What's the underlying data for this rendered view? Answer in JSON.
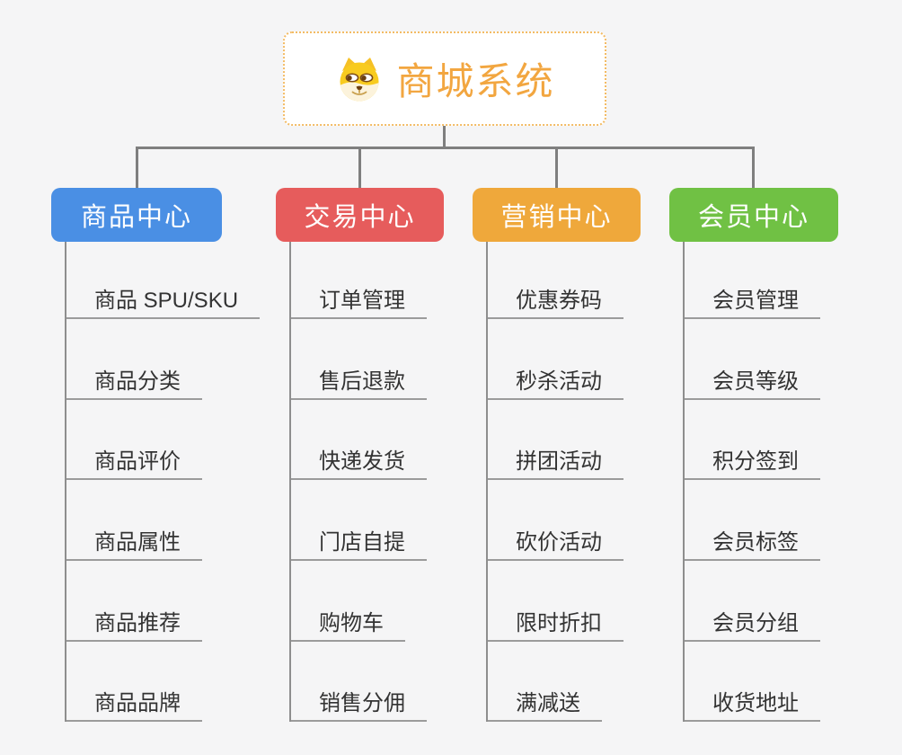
{
  "root": {
    "title": "商城系统",
    "icon": "doge-face-icon"
  },
  "branches": [
    {
      "label": "商品中心",
      "color": "#4A8FE4",
      "children": [
        "商品 SPU/SKU",
        "商品分类",
        "商品评价",
        "商品属性",
        "商品推荐",
        "商品品牌"
      ]
    },
    {
      "label": "交易中心",
      "color": "#E65C5C",
      "children": [
        "订单管理",
        "售后退款",
        "快递发货",
        "门店自提",
        "购物车",
        "销售分佣"
      ]
    },
    {
      "label": "营销中心",
      "color": "#EFA83B",
      "children": [
        "优惠券码",
        "秒杀活动",
        "拼团活动",
        "砍价活动",
        "限时折扣",
        "满减送"
      ]
    },
    {
      "label": "会员中心",
      "color": "#70C144",
      "children": [
        "会员管理",
        "会员等级",
        "积分签到",
        "会员标签",
        "会员分组",
        "收货地址"
      ]
    }
  ],
  "colors": {
    "background": "#F5F5F6",
    "connector": "#7F7F7F",
    "child_line": "#8E8E8E",
    "underline": "#9B9B9B",
    "child_text": "#333333",
    "root_border": "#F3BB64",
    "root_title": "#F2A640",
    "root_fill": "#FFFFFF"
  }
}
